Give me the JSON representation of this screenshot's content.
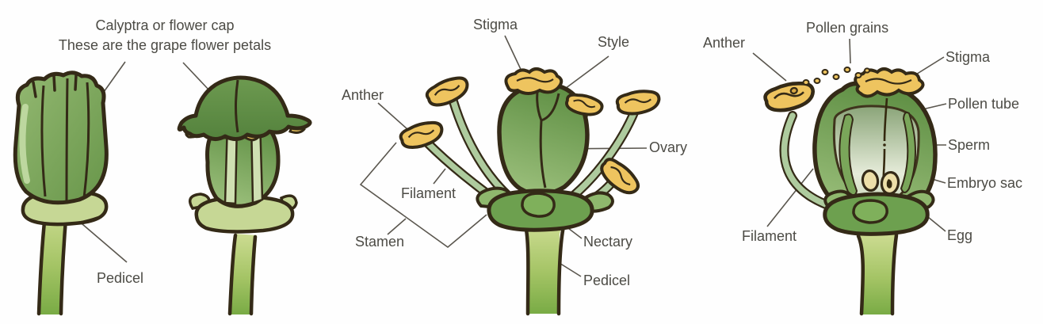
{
  "palette": {
    "outline": "#342a17",
    "green_main": "#74a354",
    "green_dark": "#5f8f44",
    "green_pale": "#c6d795",
    "filament_green": "#aecb9e",
    "anther_yellow": "#eec45f",
    "ovule_cream": "#eddfa9",
    "stem_light": "#cddc92",
    "stem_dark": "#79ab45",
    "label_text": "#4c4b45",
    "leader_line": "#5a564e"
  },
  "panel_bud_stage": {
    "caption_line1": "Calyptra or flower cap",
    "caption_line2": "These are the grape flower petals",
    "labels": {
      "pedicel": "Pedicel"
    }
  },
  "panel_open_flower": {
    "labels": {
      "stigma": "Stigma",
      "style": "Style",
      "anther": "Anther",
      "ovary": "Ovary",
      "filament": "Filament",
      "stamen": "Stamen",
      "nectary": "Nectary",
      "pedicel": "Pedicel"
    }
  },
  "panel_pollination": {
    "labels": {
      "anther": "Anther",
      "pollen_grains": "Pollen grains",
      "stigma": "Stigma",
      "pollen_tube": "Pollen tube",
      "sperm": "Sperm",
      "embryo_sac": "Embryo sac",
      "egg": "Egg",
      "filament": "Filament"
    }
  }
}
